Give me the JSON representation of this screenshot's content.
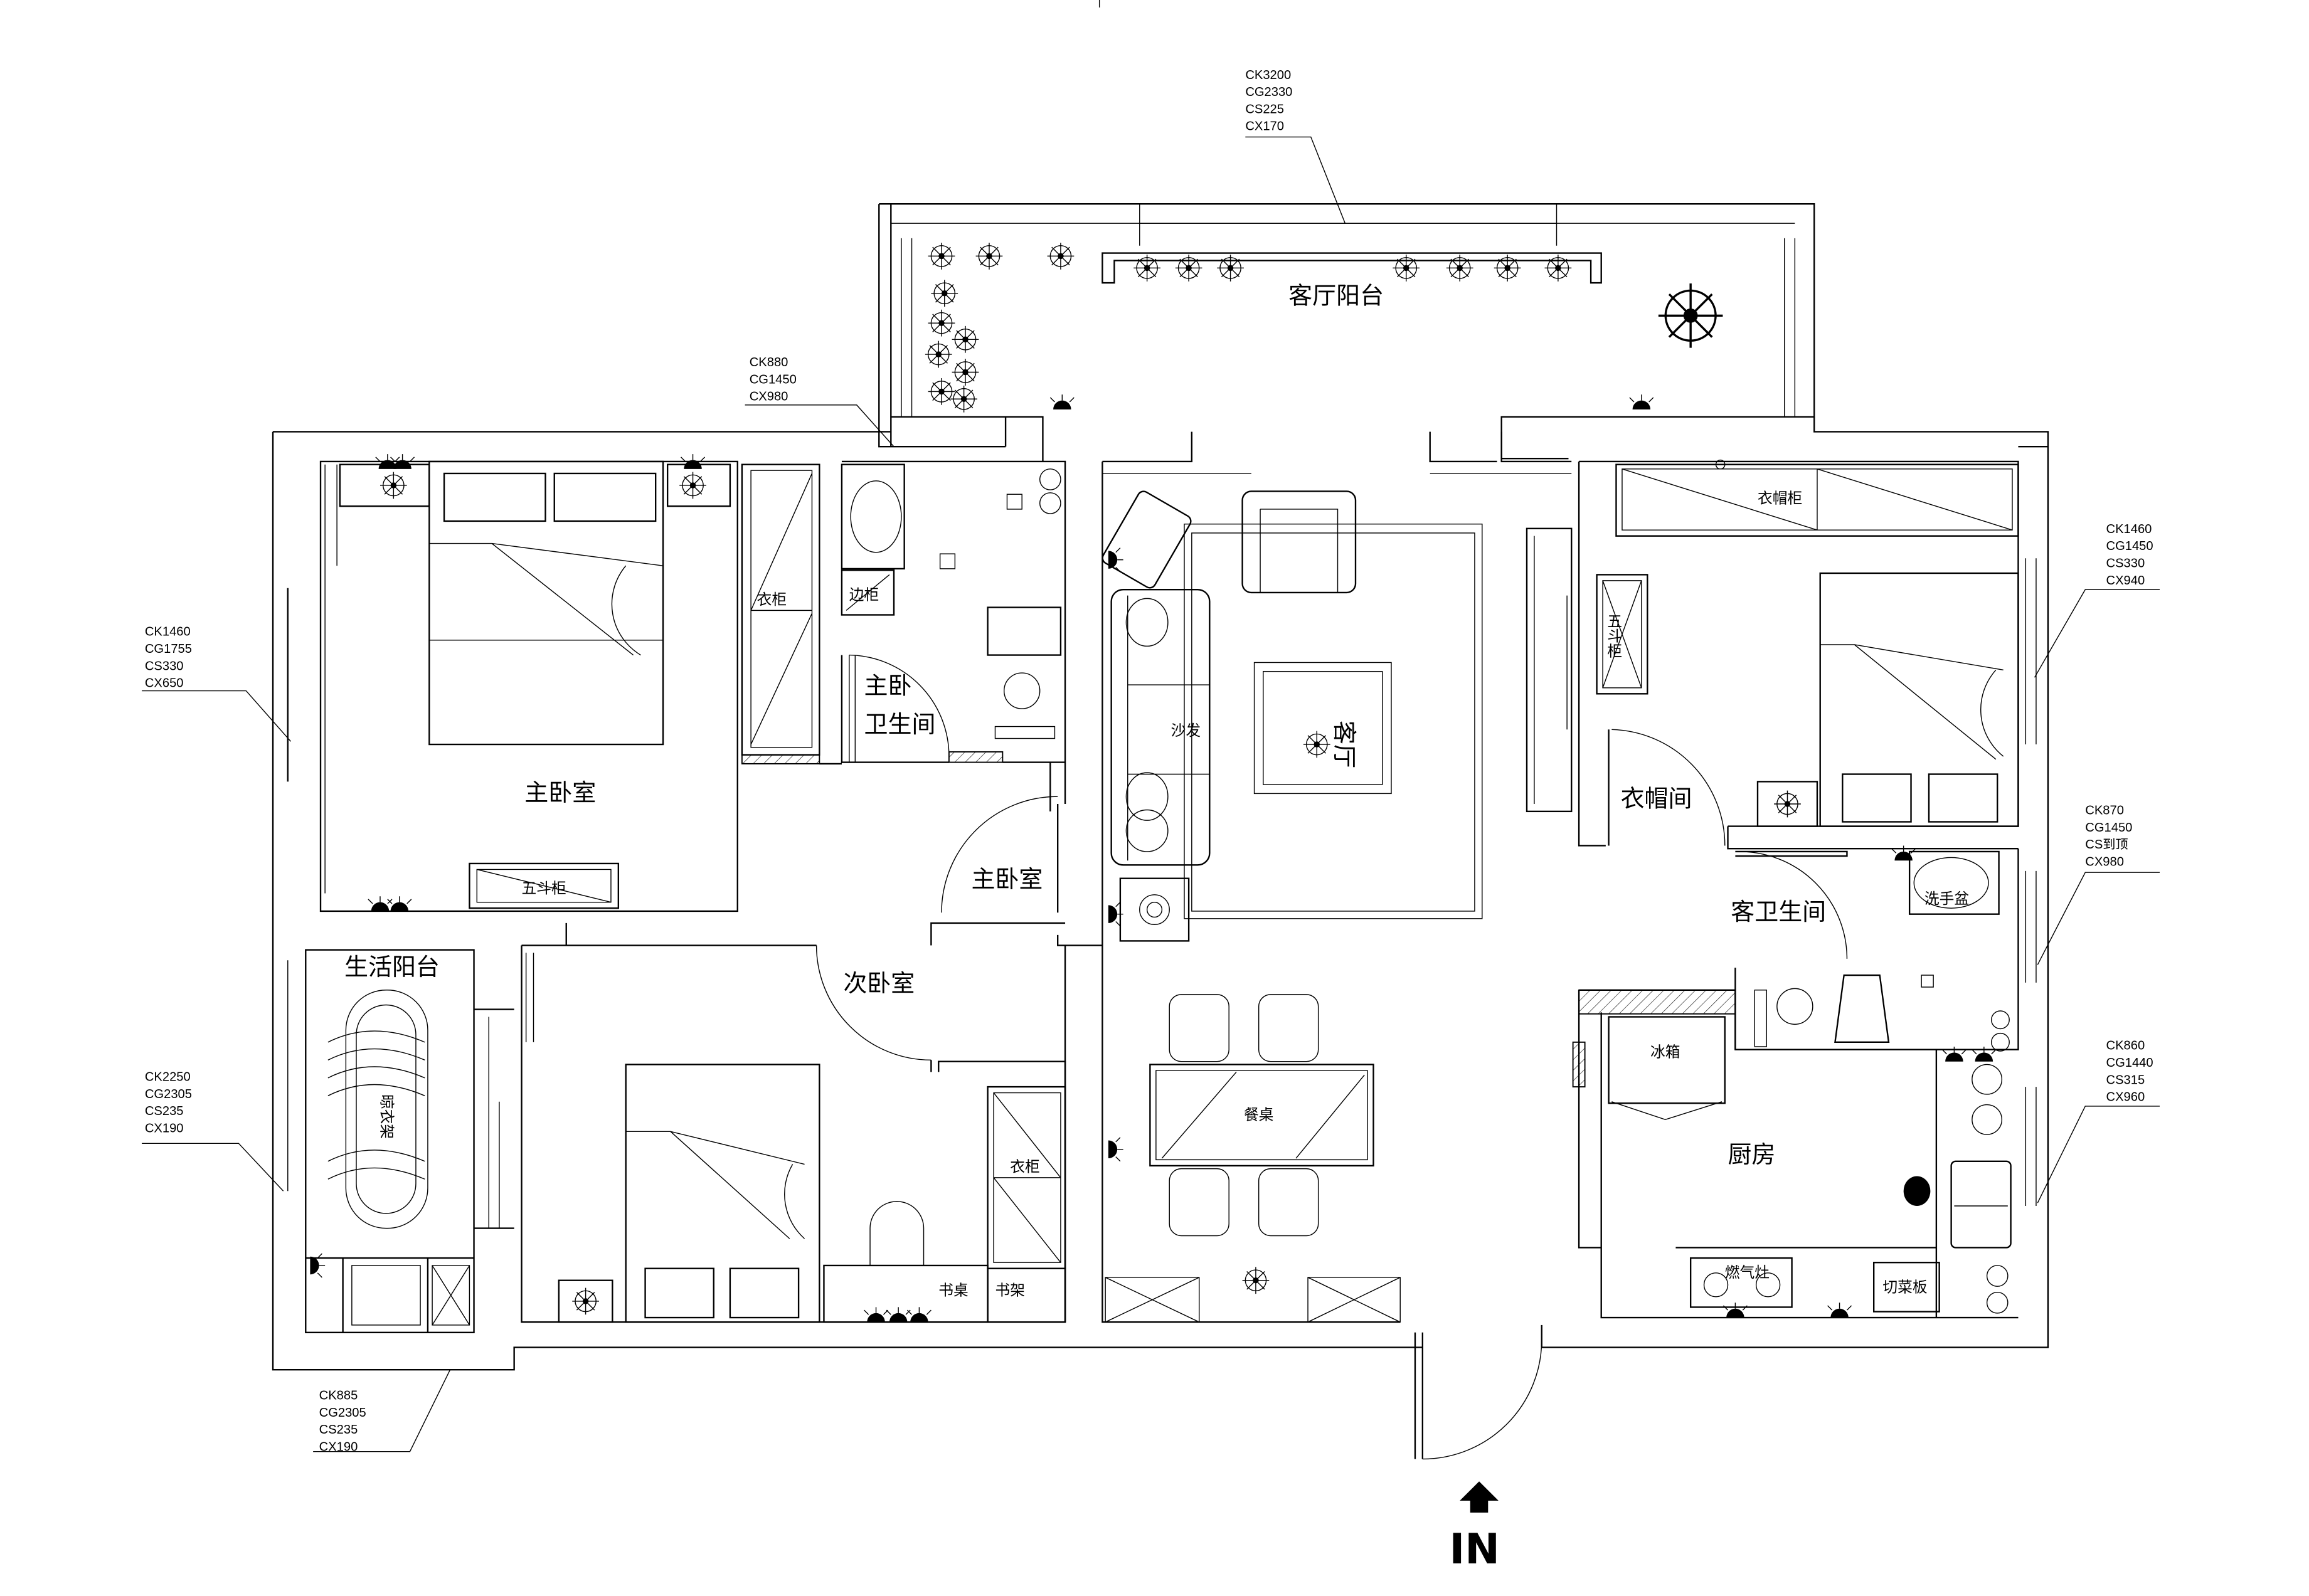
{
  "rooms": {
    "living_balcony": "客厅阳台",
    "master_bedroom": "主卧室",
    "master_bath_1": "主卧",
    "master_bath_2": "卫生间",
    "master_door": "主卧室",
    "living_room": "客厅",
    "cloakroom": "衣帽间",
    "guest_bath": "客卫生间",
    "kitchen": "厨房",
    "second_bedroom": "次卧室",
    "utility_balcony": "生活阳台"
  },
  "furniture": {
    "wardrobe_master": "衣柜",
    "side_cabinet": "边柜",
    "chest_master": "五斗柜",
    "cloak_cabinet": "衣帽柜",
    "chest_right": "五斗柜",
    "wardrobe_second": "衣柜",
    "desk": "书桌",
    "bookshelf": "书架",
    "wash_basin": "洗手盆",
    "chopping_board": "切菜板",
    "dining_table": "餐桌",
    "sofa": "沙发",
    "drying_rack": "晾衣架",
    "stove": "燃气灶",
    "fridge": "冰箱"
  },
  "annotations": [
    {
      "lines": [
        "CK3200",
        "CG2330",
        "CS225",
        "CX170"
      ]
    },
    {
      "lines": [
        "CK880",
        "CG1450",
        "CX980"
      ]
    },
    {
      "lines": [
        "CK1460",
        "CG1755",
        "CS330",
        "CX650"
      ]
    },
    {
      "lines": [
        "CK2250",
        "CG2305",
        "CS235",
        "CX190"
      ]
    },
    {
      "lines": [
        "CK885",
        "CG2305",
        "CS235",
        "CX190"
      ]
    },
    {
      "lines": [
        "CK1460",
        "CG1450",
        "CS330",
        "CX940"
      ]
    },
    {
      "lines": [
        "CK870",
        "CG1450",
        "CS到顶",
        "CX980"
      ]
    },
    {
      "lines": [
        "CK860",
        "CG1440",
        "CS315",
        "CX960"
      ]
    }
  ],
  "entrance": {
    "label": "IN"
  },
  "colors": {
    "line": "#000000",
    "background": "#ffffff"
  }
}
